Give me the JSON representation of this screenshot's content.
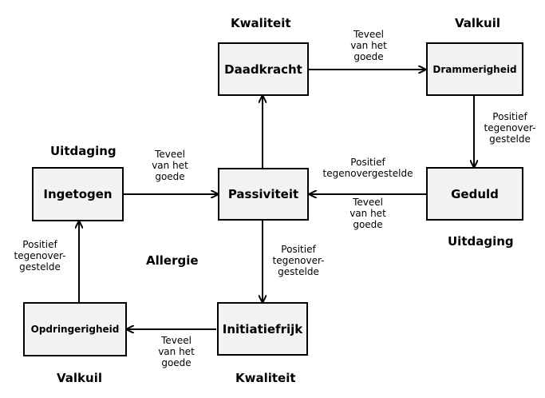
{
  "boxes": {
    "daadkracht": "Daadkracht",
    "drammerigheid": "Drammerigheid",
    "ingetogen": "Ingetogen",
    "passiviteit": "Passiviteit",
    "geduld": "Geduld",
    "opdringerigheid": "Opdringerigheid",
    "initiatiefrijk": "Initiatiefrijk"
  },
  "headings": {
    "kwaliteit_top": "Kwaliteit",
    "valkuil_top": "Valkuil",
    "uitdaging_left": "Uitdaging",
    "uitdaging_right": "Uitdaging",
    "allergie": "Allergie",
    "valkuil_bottom": "Valkuil",
    "kwaliteit_bottom": "Kwaliteit"
  },
  "notes": {
    "teveel_top": [
      "Teveel",
      "van het",
      "goede"
    ],
    "positief_right": [
      "Positief",
      "tegenover-",
      "gestelde"
    ],
    "teveel_left": [
      "Teveel",
      "van het",
      "goede"
    ],
    "positief_center": [
      "Positief",
      "tegenovergestelde"
    ],
    "teveel_center": [
      "Teveel",
      "van het",
      "goede"
    ],
    "positief_bottom": [
      "Positief",
      "tegenover-",
      "gestelde"
    ],
    "positief_left": [
      "Positief",
      "tegenover-",
      "gestelde"
    ],
    "teveel_bottom": [
      "Teveel",
      "van het",
      "goede"
    ]
  }
}
